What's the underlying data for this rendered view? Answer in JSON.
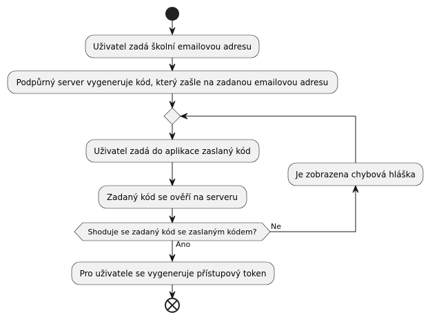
{
  "diagram": {
    "nodes": {
      "step_email": "Uživatel zadá školní emailovou adresu",
      "step_generate_code": "Podpůrný server vygeneruje kód, který zašle na zadanou emailovou adresu",
      "step_enter_code": "Uživatel zadá do aplikace zaslaný kód",
      "step_verify": "Zadaný kód se ověří na serveru",
      "decision": "Shoduje se zadaný kód se zaslaným kódem?",
      "step_error": "Je zobrazena chybová hláška",
      "step_token": "Pro uživatele se vygeneruje přístupový token"
    },
    "labels": {
      "no": "Ne",
      "yes": "Ano"
    },
    "colors": {
      "box_fill": "#f1f1f1",
      "stroke": "#181818",
      "start": "#222222"
    }
  }
}
